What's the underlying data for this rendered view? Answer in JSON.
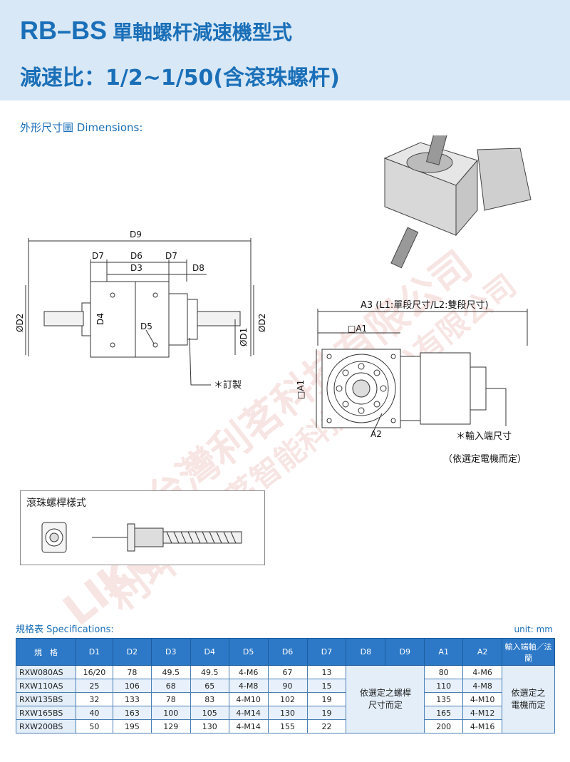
{
  "header": {
    "title_code": "RB–BS",
    "title_text": "單軸螺杆減速機型式",
    "subtitle": "減速比：1/2~1/50(含滾珠螺杆)"
  },
  "dimensions_label": "外形尺寸圖 Dimensions:",
  "drawing_labels": {
    "d9": "D9",
    "d7_left": "D7",
    "d6": "D6",
    "d7_right": "D7",
    "d3": "D3",
    "d8": "D8",
    "d4": "D4",
    "d5": "D5",
    "d2_left": "ØD2",
    "d1": "ØD1",
    "d2_right": "ØD2",
    "custom_note": "＊訂製",
    "a3_note": "A3 (L1:單段尺寸/L2:雙段尺寸)",
    "a1_top": "□A1",
    "a1_side": "□A1",
    "a2": "A2",
    "input_note": "＊輸入端尺寸",
    "motor_note": "（依選定電機而定）"
  },
  "ballscrew_box_title": "滾珠螺桿樣式",
  "watermark": {
    "line1": "台灣利茗科技有限公司",
    "line2": "利茗智能科技(江蘇)有限公司",
    "brand": "LIKUN",
    "brand_cn": "利坤"
  },
  "spec": {
    "label": "規格表 Specifications:",
    "unit": "unit: mm",
    "headers": [
      "規　格",
      "D1",
      "D2",
      "D3",
      "D4",
      "D5",
      "D6",
      "D7",
      "D8",
      "D9",
      "A1",
      "A2",
      "輸入端軸／法蘭"
    ],
    "rows": [
      {
        "model": "RXW080AS",
        "d1": "16/20",
        "d2": "78",
        "d3": "49.5",
        "d4": "49.5",
        "d5": "4-M6",
        "d6": "67",
        "d7": "13",
        "a1": "80",
        "a2": "4-M6"
      },
      {
        "model": "RXW110AS",
        "d1": "25",
        "d2": "106",
        "d3": "68",
        "d4": "65",
        "d5": "4-M8",
        "d6": "90",
        "d7": "15",
        "a1": "110",
        "a2": "4-M8"
      },
      {
        "model": "RXW135BS",
        "d1": "32",
        "d2": "133",
        "d3": "78",
        "d4": "83",
        "d5": "4-M10",
        "d6": "102",
        "d7": "19",
        "a1": "135",
        "a2": "4-M10"
      },
      {
        "model": "RXW165BS",
        "d1": "40",
        "d2": "163",
        "d3": "100",
        "d4": "105",
        "d5": "4-M14",
        "d6": "130",
        "d7": "19",
        "a1": "165",
        "a2": "4-M12"
      },
      {
        "model": "RXW200BS",
        "d1": "50",
        "d2": "195",
        "d3": "129",
        "d4": "130",
        "d5": "4-M14",
        "d6": "155",
        "d7": "22",
        "a1": "200",
        "a2": "4-M16"
      }
    ],
    "d8_d9_note": "依選定之螺桿\n尺寸而定",
    "input_note": "依選定之\n電機而定"
  }
}
